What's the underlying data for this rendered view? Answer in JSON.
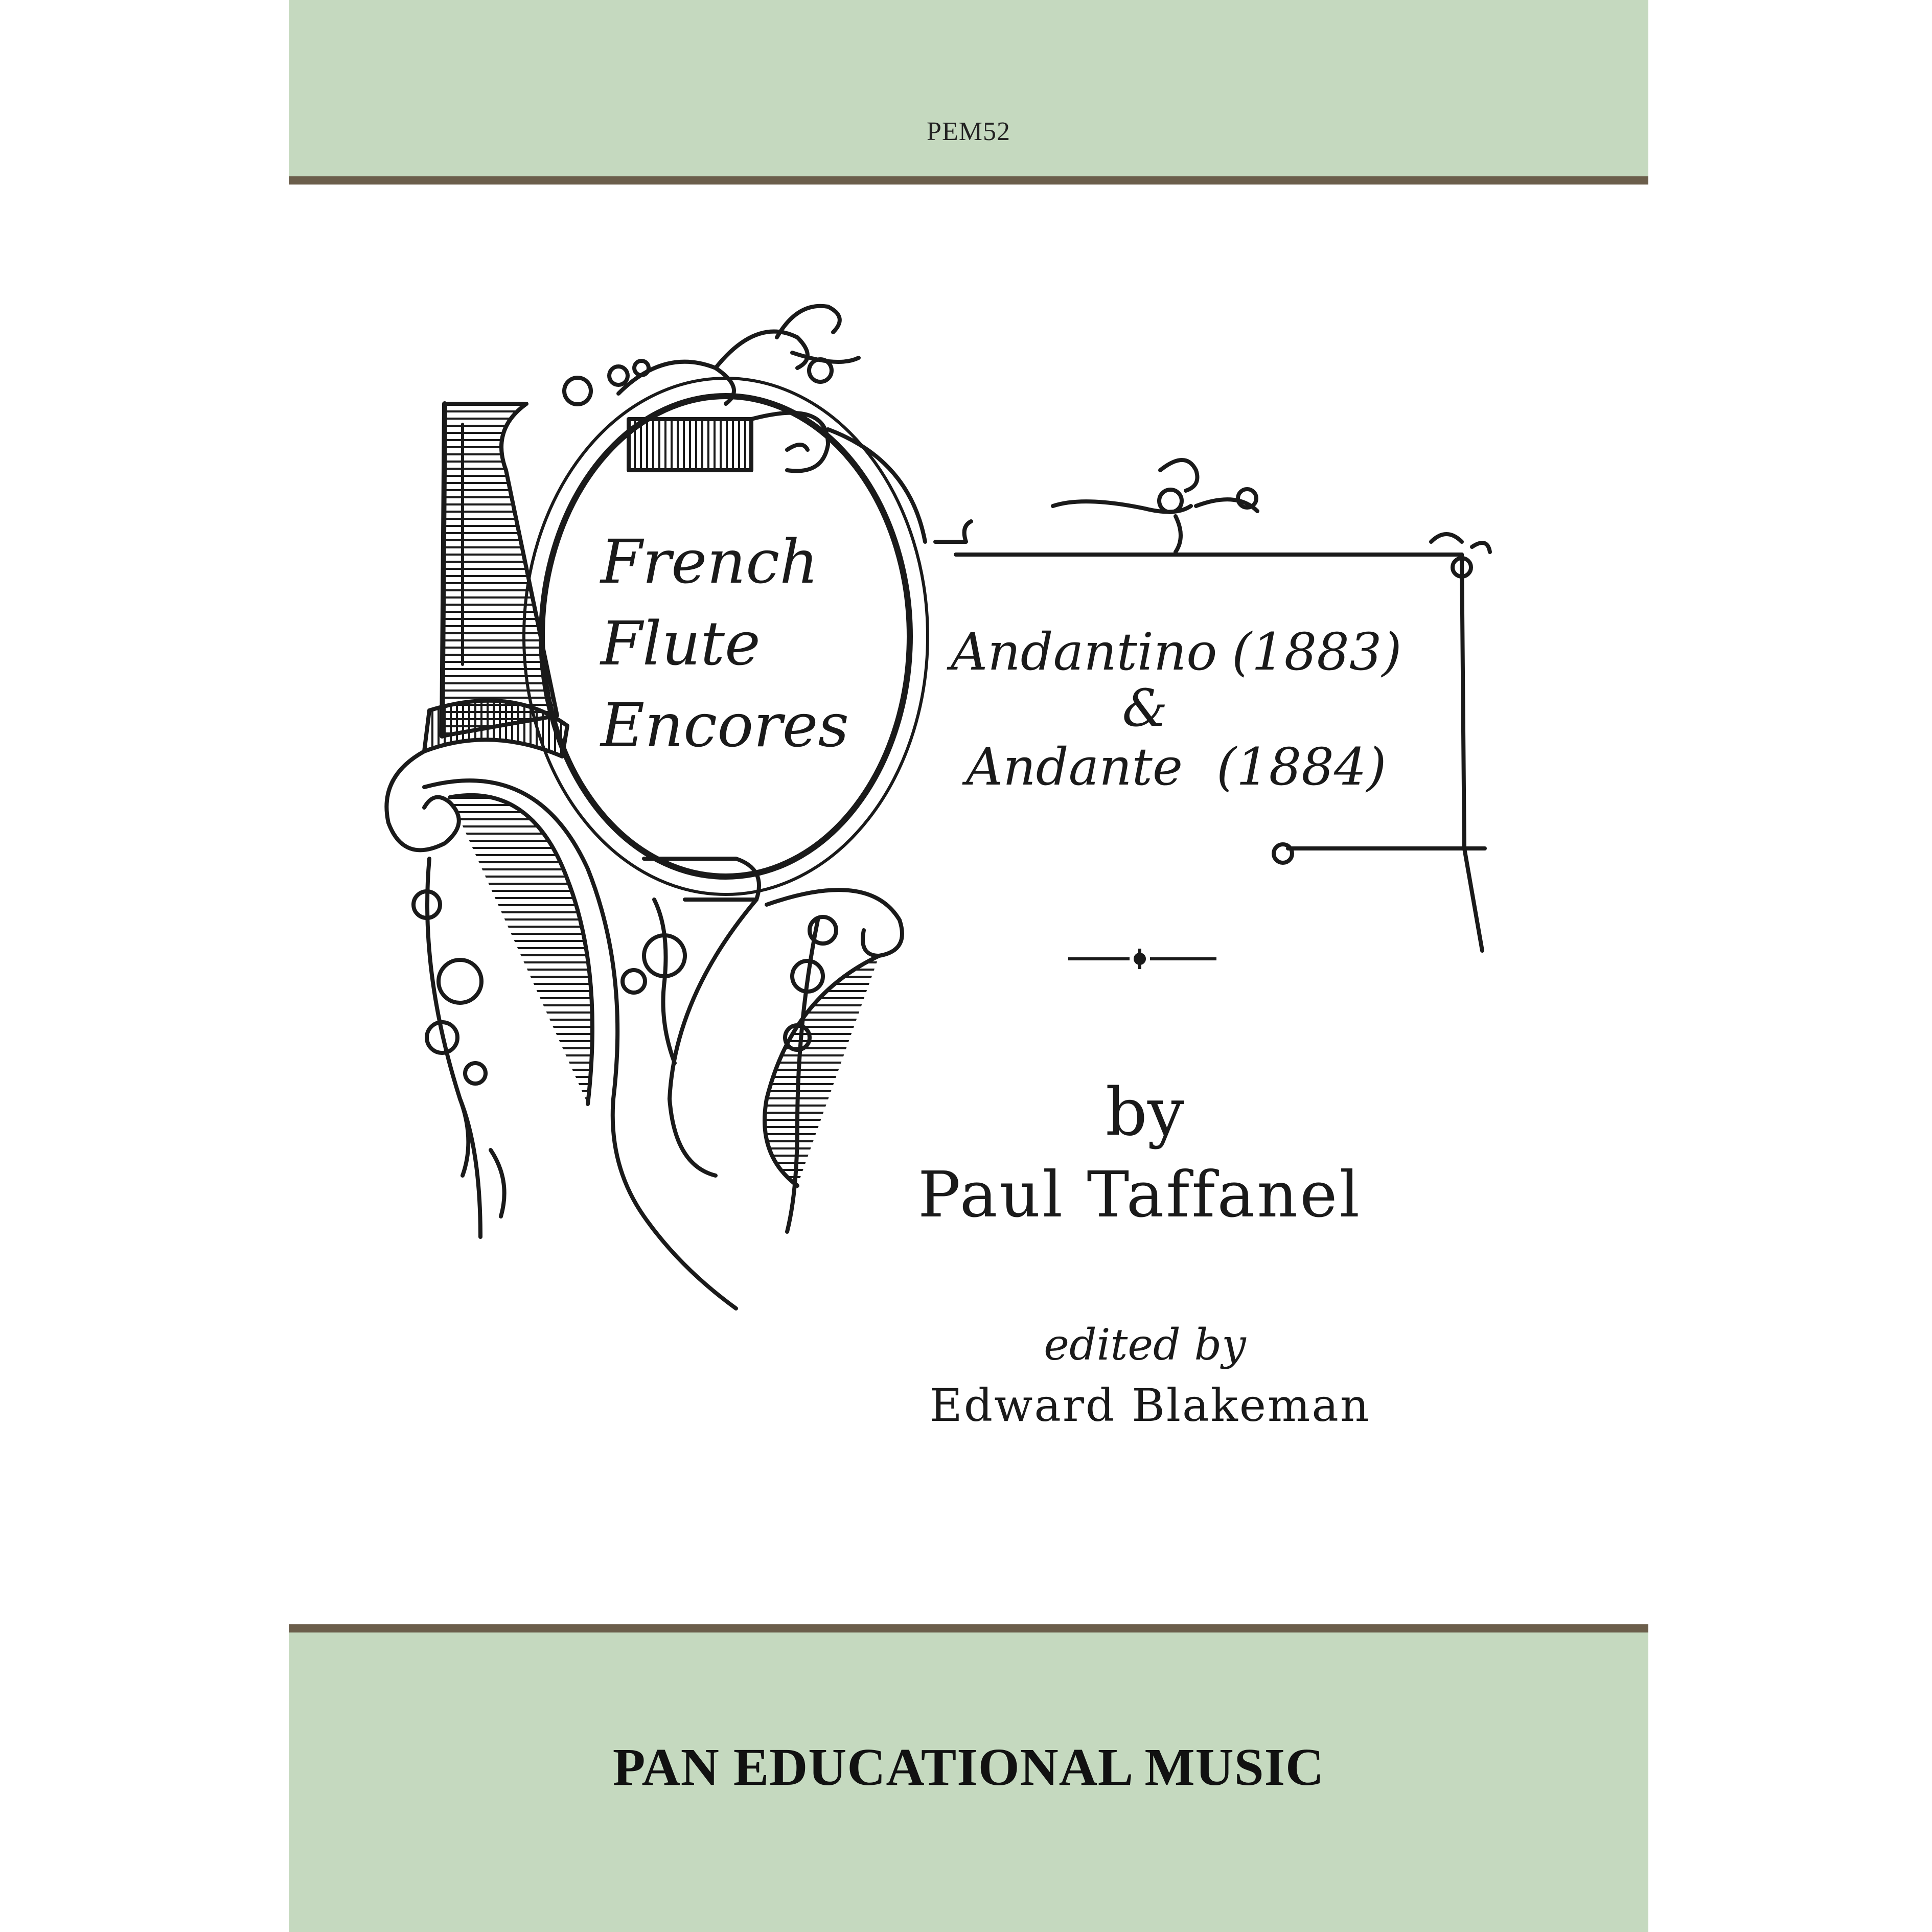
{
  "catalog_number": "PEM52",
  "series_title": [
    "French",
    "Flute",
    "Encores"
  ],
  "pieces": {
    "first": "Andantino",
    "first_year": "(1883)",
    "conjunction": "&",
    "second": "Andante",
    "second_year": "(1884)"
  },
  "byline": "by",
  "composer": "Paul Taffanel",
  "editor_label": "edited by",
  "editor": "Edward Blakeman",
  "publisher": "PAN EDUCATIONAL MUSIC",
  "colors": {
    "band": "#c5d9bf",
    "rule": "#6b5e4b",
    "ink": "#1a1a1a"
  }
}
